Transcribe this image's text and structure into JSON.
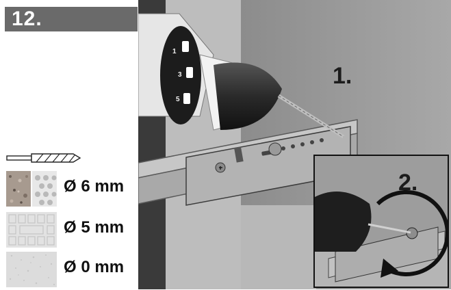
{
  "step": {
    "number": "12."
  },
  "materials": [
    {
      "diameter": "Ø 6 mm",
      "swatch": "concrete-brick-swatch"
    },
    {
      "diameter": "Ø 5 mm",
      "swatch": "hollow-block-swatch"
    },
    {
      "diameter": "Ø 0 mm",
      "swatch": "plasterboard-swatch"
    }
  ],
  "illustration": {
    "callout_1": "1.",
    "callout_2": "2."
  },
  "colors": {
    "badge": "#6a6a6a",
    "frame": "#111111"
  }
}
